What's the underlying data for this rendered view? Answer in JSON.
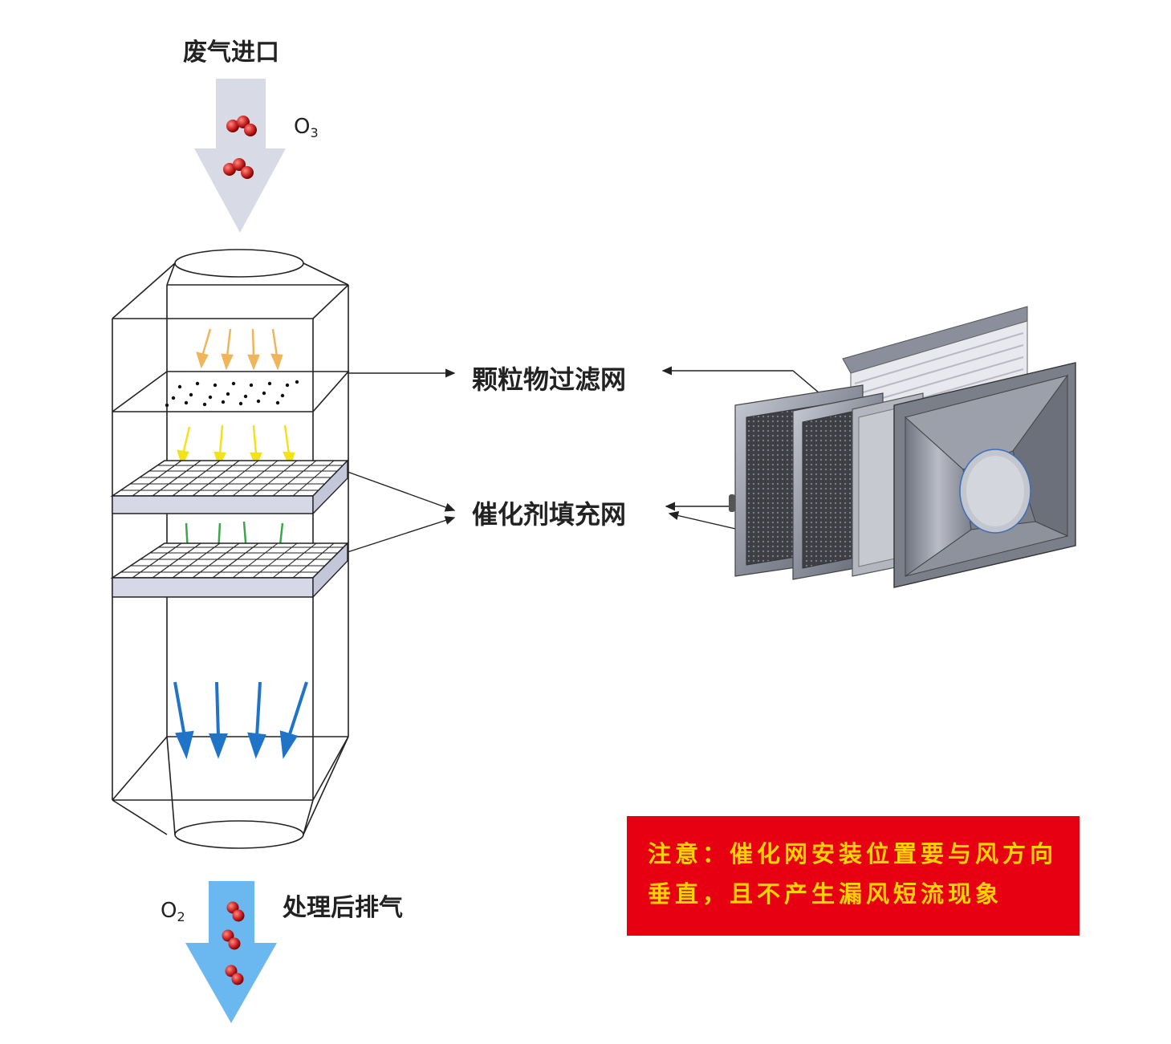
{
  "labels": {
    "inlet": "废气进口",
    "o3": "O",
    "o3_sub": "3",
    "o2": "O",
    "o2_sub": "2",
    "outlet": "处理后排气",
    "particle_filter": "颗粒物过滤网",
    "catalyst_net": "催化剂填充网"
  },
  "note": {
    "text": "注意：催化网安装位置要与风方向垂直，且不产生漏风短流现象"
  },
  "colors": {
    "inlet_arrow": "#d8dbe6",
    "outlet_arrow": "#6bb7f0",
    "molecule": "#c62828",
    "top_arrows": "#f0b45a",
    "catalyst1_arrows": "#f2e21a",
    "catalyst2_arrows": "#3aa84a",
    "bottom_arrows": "#1f74c8",
    "note_bg": "#e60012",
    "note_text": "#ffd200"
  }
}
